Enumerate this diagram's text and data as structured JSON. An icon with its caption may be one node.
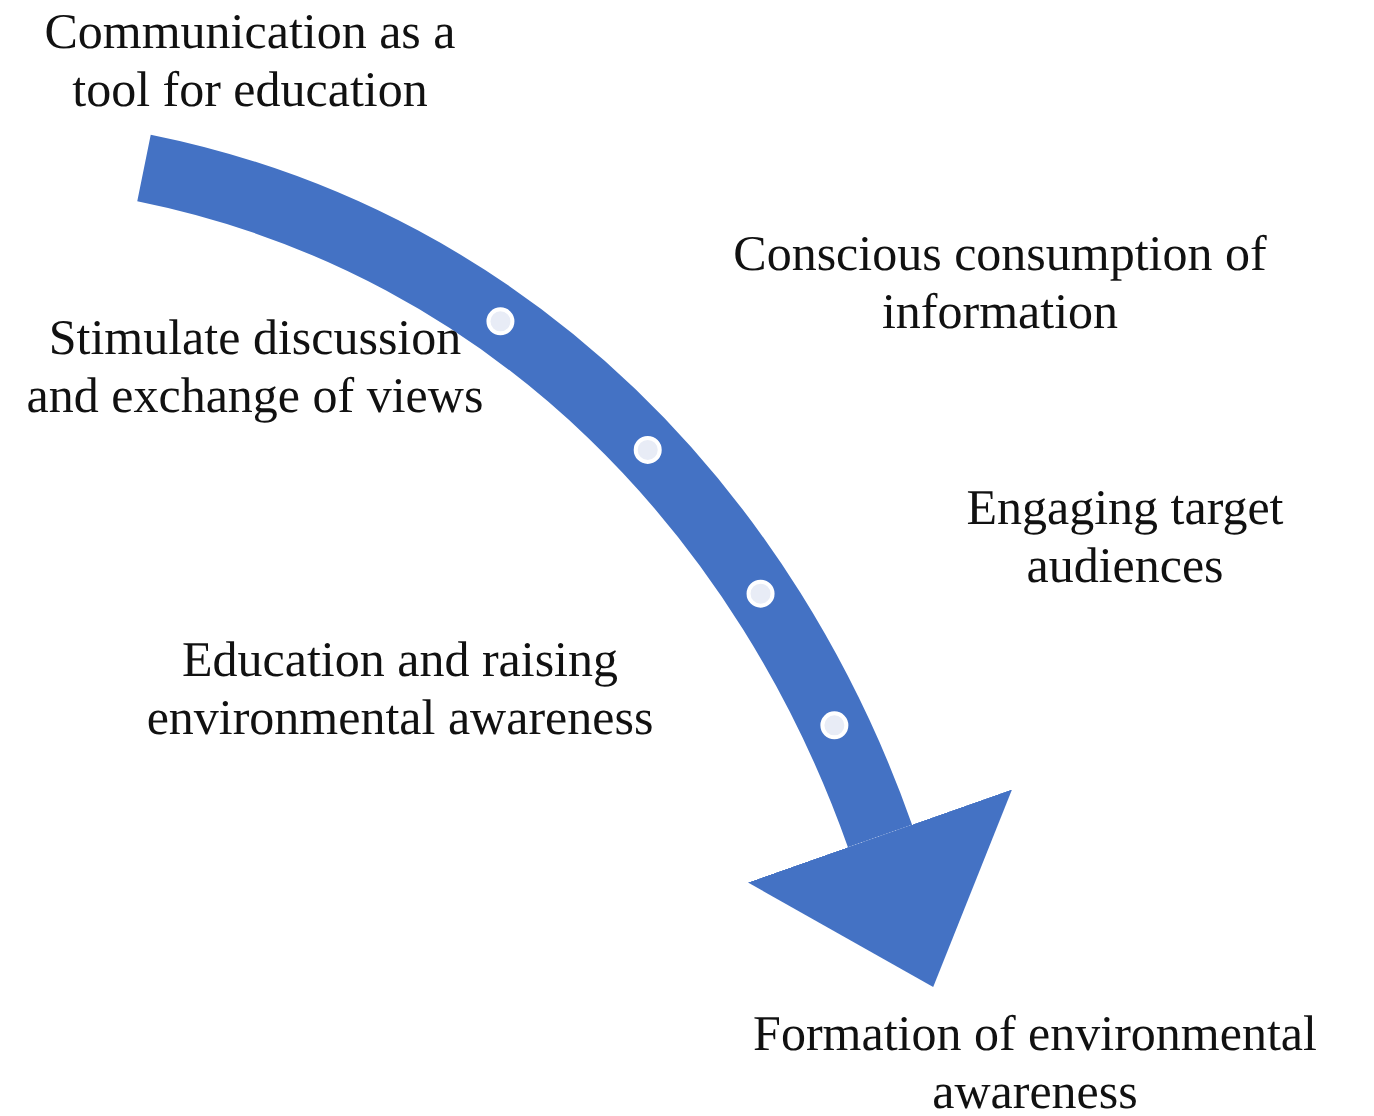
{
  "diagram": {
    "nodes": [
      {
        "text": [
          "Communication as a tool for education"
        ]
      },
      {
        "text": [
          "Formation of environmental awareness"
        ]
      }
    ],
    "edges": [
      {
        "from": 0,
        "to": 1,
        "arrow": "to"
      }
    ],
    "labels": [
      "Conscious consumption of information",
      "Stimulate discussion and exchange of views",
      "Engaging target audiences",
      "Education and raising environmental awareness"
    ]
  }
}
